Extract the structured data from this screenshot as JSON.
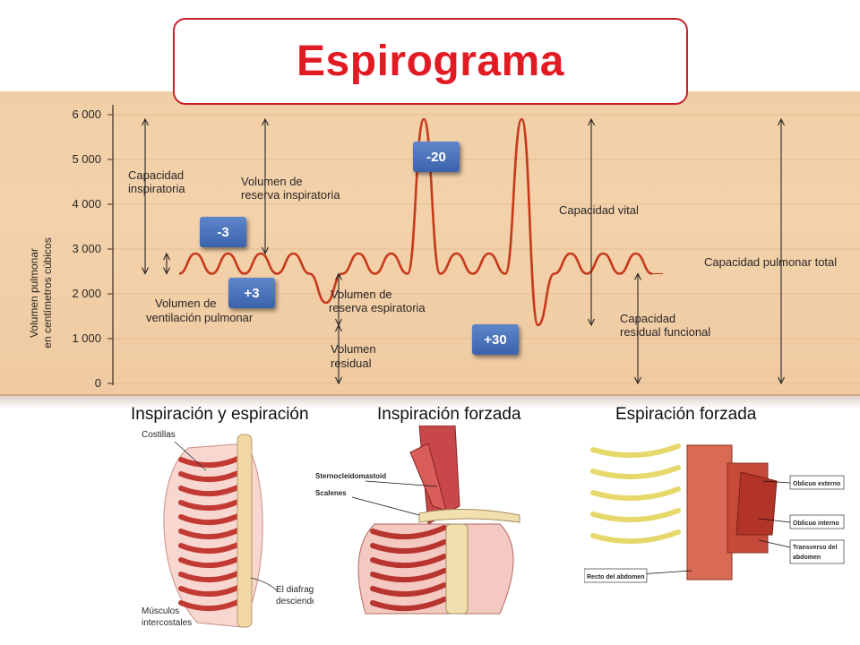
{
  "title": "Espirograma",
  "chart_data": {
    "type": "line",
    "ylabel": "Volumen pulmonar en centímetros cúbicos",
    "ylabel_lines": [
      "Volumen pulmonar",
      "en centímetros cúbicos"
    ],
    "ylim": [
      0,
      6000
    ],
    "y_ticks": [
      "6 000",
      "5 000",
      "4 000",
      "3 000",
      "2 000",
      "1 000",
      "0"
    ],
    "grid": true,
    "series": [
      {
        "values": [
          2450,
          2900,
          2450,
          2900,
          2450,
          2900,
          2450,
          2900,
          2450,
          1800,
          2450,
          2900,
          2450,
          2900,
          2450,
          5900,
          2450,
          2900,
          2450,
          2900,
          2450,
          5900,
          1300,
          2450,
          2900,
          2450,
          2900,
          2450,
          2900,
          2450
        ]
      }
    ],
    "annotations": [
      {
        "id": "capacidad_inspiratoria",
        "lines": [
          "Capacidad",
          "inspiratoria"
        ]
      },
      {
        "id": "volumen_reserva_inspiratoria",
        "lines": [
          "Volumen de",
          "reserva inspiratoria"
        ]
      },
      {
        "id": "volumen_ventilacion",
        "lines": [
          "Volumen de",
          "ventilación pulmonar"
        ]
      },
      {
        "id": "volumen_reserva_espiratoria",
        "lines": [
          "Volumen de",
          "reserva espiratoria"
        ]
      },
      {
        "id": "volumen_residual",
        "lines": [
          "Volumen",
          "residual"
        ]
      },
      {
        "id": "capacidad_vital",
        "lines": [
          "Capacidad vital"
        ]
      },
      {
        "id": "capacidad_pulmonar_total",
        "lines": [
          "Capacidad pulmonar total"
        ]
      },
      {
        "id": "capacidad_residual_funcional",
        "lines": [
          "Capacidad",
          "residual funcional"
        ]
      }
    ]
  },
  "badges": {
    "minus3": "-3",
    "plus3": "+3",
    "minus20": "-20",
    "plus30": "+30"
  },
  "captions": {
    "left": "Inspiración y espiración",
    "middle": "Inspiración forzada",
    "right": "Espiración  forzada"
  },
  "illustrations": {
    "ribcage_labels": {
      "costillas": "Costillas",
      "diafragma": [
        "El diafragma",
        "desciende"
      ],
      "musculos": [
        "Músculos",
        "intercostales"
      ]
    },
    "neck_labels": {
      "sterno": "Sternocleidomastoid",
      "scalenes": "Scalenes"
    },
    "abdomen_labels": {
      "oblicuo_externo": "Oblicuo externo",
      "oblicuo_interno": "Oblicuo interno",
      "transverso": [
        "Transverso del",
        "abdomen"
      ],
      "recto": "Recto del abdomen"
    }
  },
  "colors": {
    "title": "#e11b23",
    "curve": "#c63a1c",
    "paper": "#f2d0a8",
    "badge": "#4470b8"
  }
}
